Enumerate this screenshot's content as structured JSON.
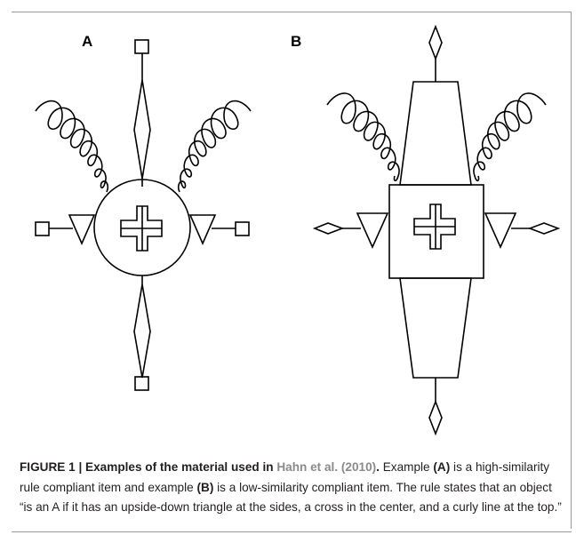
{
  "panels": [
    {
      "label": "A"
    },
    {
      "label": "B"
    }
  ],
  "caption": {
    "figure_label": "FIGURE 1 | Examples of the material used in ",
    "citation": "Hahn et al. (2010)",
    "after_citation": ".",
    "text_1": " Example ",
    "ref_a": "(A)",
    "text_2": " is a high-similarity rule compliant item and example ",
    "ref_b": "(B)",
    "text_3": " is a low-similarity compliant item. The rule states that an object “is an A if it has an upside-down triangle at the sides, a cross in the center, and a curly line at the top.”"
  }
}
